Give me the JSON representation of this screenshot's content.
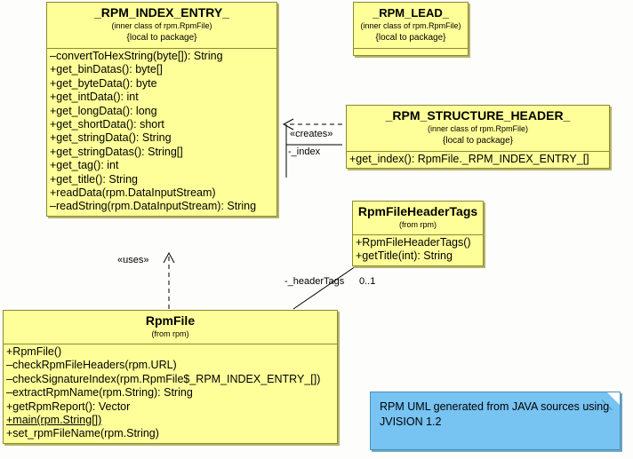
{
  "diagram": {
    "title": "RPM UML class diagram",
    "colors": {
      "class_fill": "#ffff99",
      "class_border": "#8a8a33",
      "note_fill": "#77c3f2",
      "note_border": "#4c8fb5",
      "canvas": "#fdfdfb",
      "line": "#000000"
    }
  },
  "classes": [
    {
      "id": "rpm_index_entry",
      "name": "_RPM_INDEX_ENTRY_",
      "stereotype": "(inner class of rpm.RpmFile)",
      "scope": "{local to package}",
      "members": [
        {
          "text": "–convertToHexString(byte[]): String",
          "static": false
        },
        {
          "text": "+get_binDatas(): byte[]",
          "static": false
        },
        {
          "text": "+get_byteData(): byte",
          "static": false
        },
        {
          "text": "+get_intData(): int",
          "static": false
        },
        {
          "text": "+get_longData(): long",
          "static": false
        },
        {
          "text": "+get_shortData(): short",
          "static": false
        },
        {
          "text": "+get_stringData(): String",
          "static": false
        },
        {
          "text": "+get_stringDatas(): String[]",
          "static": false
        },
        {
          "text": "+get_tag(): int",
          "static": false
        },
        {
          "text": "+get_title(): String",
          "static": false
        },
        {
          "text": "+readData(rpm.DataInputStream)",
          "static": false
        },
        {
          "text": "–readString(rpm.DataInputStream): String",
          "static": false
        }
      ]
    },
    {
      "id": "rpm_lead",
      "name": "_RPM_LEAD_",
      "stereotype": "(inner class of rpm.RpmFile)",
      "scope": "{local to package}",
      "members": []
    },
    {
      "id": "rpm_structure_header",
      "name": "_RPM_STRUCTURE_HEADER_",
      "stereotype": "(inner class of rpm.RpmFile)",
      "scope": "{local to package}",
      "members": [
        {
          "text": "+get_index(): RpmFile._RPM_INDEX_ENTRY_[]",
          "static": false
        }
      ]
    },
    {
      "id": "rpm_file_header_tags",
      "name": "RpmFileHeaderTags",
      "stereotype": "(from rpm)",
      "scope": "",
      "members": [
        {
          "text": "+RpmFileHeaderTags()",
          "static": false
        },
        {
          "text": "+getTitle(int): String",
          "static": false
        }
      ]
    },
    {
      "id": "rpm_file",
      "name": "RpmFile",
      "stereotype": "(from rpm)",
      "scope": "",
      "members": [
        {
          "text": "+RpmFile()",
          "static": false
        },
        {
          "text": "–checkRpmFileHeaders(rpm.URL)",
          "static": false
        },
        {
          "text": "–checkSignatureIndex(rpm.RpmFile$_RPM_INDEX_ENTRY_[])",
          "static": false
        },
        {
          "text": "–extractRpmName(rpm.String): String",
          "static": false
        },
        {
          "text": "+getRpmReport(): Vector",
          "static": false
        },
        {
          "text": "+main(rpm.String[])",
          "static": true
        },
        {
          "text": "+set_rpmFileName(rpm.String)",
          "static": false
        }
      ]
    }
  ],
  "relations": [
    {
      "id": "creates",
      "label": "«creates»",
      "role": "-_index",
      "from": "rpm_structure_header",
      "to": "rpm_index_entry",
      "kind": "dependency"
    },
    {
      "id": "uses",
      "label": "«uses»",
      "role": "",
      "from": "rpm_file",
      "to": "rpm_index_entry",
      "kind": "dependency"
    },
    {
      "id": "header_tags",
      "label": "-_headerTags",
      "role": "0..1",
      "from": "rpm_file",
      "to": "rpm_file_header_tags",
      "kind": "association"
    }
  ],
  "note": {
    "line1": "RPM UML generated from JAVA sources using",
    "line2": "JVISION 1.2"
  }
}
